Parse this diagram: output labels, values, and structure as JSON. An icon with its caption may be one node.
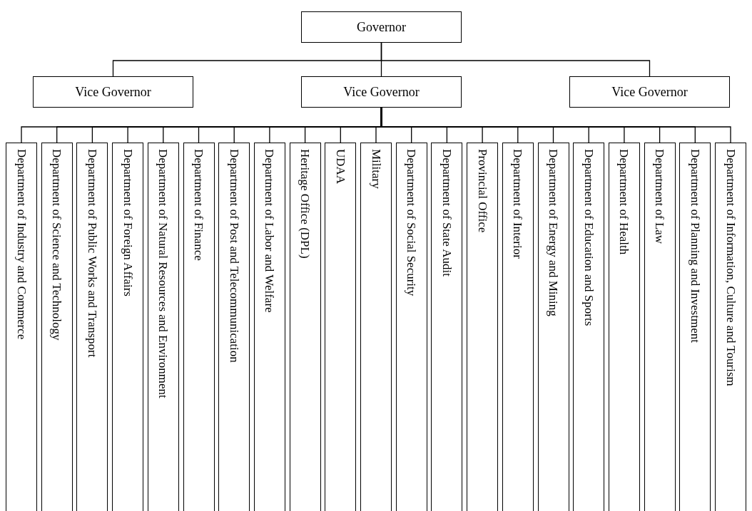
{
  "diagram": {
    "nodes": [
      {
        "text": [
          "Governor"
        ]
      },
      {
        "text": [
          "Vice Governor"
        ]
      },
      {
        "text": [
          "Vice Governor"
        ]
      },
      {
        "text": [
          "Vice Governor"
        ]
      },
      {
        "text": [
          "Department of Industry and Commerce"
        ]
      },
      {
        "text": [
          "Department of Science and Technology"
        ]
      },
      {
        "text": [
          "Department of Public Works and Transport"
        ]
      },
      {
        "text": [
          "Department of Foreign Affairs"
        ]
      },
      {
        "text": [
          "Department of Natural Resources and Environment"
        ]
      },
      {
        "text": [
          "Department of Finance"
        ]
      },
      {
        "text": [
          "Department of Post and Telecommunication"
        ]
      },
      {
        "text": [
          "Department of Labor and Welfare"
        ]
      },
      {
        "text": [
          "Heritage Office (DPL)"
        ]
      },
      {
        "text": [
          "UDAA"
        ]
      },
      {
        "text": [
          "Military"
        ]
      },
      {
        "text": [
          "Department of Social Security"
        ]
      },
      {
        "text": [
          "Department of State Audit"
        ]
      },
      {
        "text": [
          "Provincial Office"
        ]
      },
      {
        "text": [
          "Department of Interior"
        ]
      },
      {
        "text": [
          "Department of Energy and Mining"
        ]
      },
      {
        "text": [
          "Department of Education and Sports"
        ]
      },
      {
        "text": [
          "Department of Health"
        ]
      },
      {
        "text": [
          "Department of Law"
        ]
      },
      {
        "text": [
          "Department of Planning and Investment"
        ]
      },
      {
        "text": [
          "Department of Information, Culture and Tourism"
        ]
      }
    ],
    "edges": [
      {
        "from": 0,
        "to": 1,
        "arrow": "none"
      },
      {
        "from": 0,
        "to": 2,
        "arrow": "none"
      },
      {
        "from": 0,
        "to": 3,
        "arrow": "none"
      },
      {
        "from": 2,
        "to": 4,
        "arrow": "none"
      },
      {
        "from": 2,
        "to": 5,
        "arrow": "none"
      },
      {
        "from": 2,
        "to": 6,
        "arrow": "none"
      },
      {
        "from": 2,
        "to": 7,
        "arrow": "none"
      },
      {
        "from": 2,
        "to": 8,
        "arrow": "none"
      },
      {
        "from": 2,
        "to": 9,
        "arrow": "none"
      },
      {
        "from": 2,
        "to": 10,
        "arrow": "none"
      },
      {
        "from": 2,
        "to": 11,
        "arrow": "none"
      },
      {
        "from": 2,
        "to": 12,
        "arrow": "none"
      },
      {
        "from": 2,
        "to": 13,
        "arrow": "none"
      },
      {
        "from": 2,
        "to": 14,
        "arrow": "none"
      },
      {
        "from": 2,
        "to": 15,
        "arrow": "none"
      },
      {
        "from": 2,
        "to": 16,
        "arrow": "none"
      },
      {
        "from": 2,
        "to": 17,
        "arrow": "none"
      },
      {
        "from": 2,
        "to": 18,
        "arrow": "none"
      },
      {
        "from": 2,
        "to": 19,
        "arrow": "none"
      },
      {
        "from": 2,
        "to": 20,
        "arrow": "none"
      },
      {
        "from": 2,
        "to": 21,
        "arrow": "none"
      },
      {
        "from": 2,
        "to": 22,
        "arrow": "none"
      },
      {
        "from": 2,
        "to": 23,
        "arrow": "none"
      },
      {
        "from": 2,
        "to": 24,
        "arrow": "none"
      }
    ]
  }
}
